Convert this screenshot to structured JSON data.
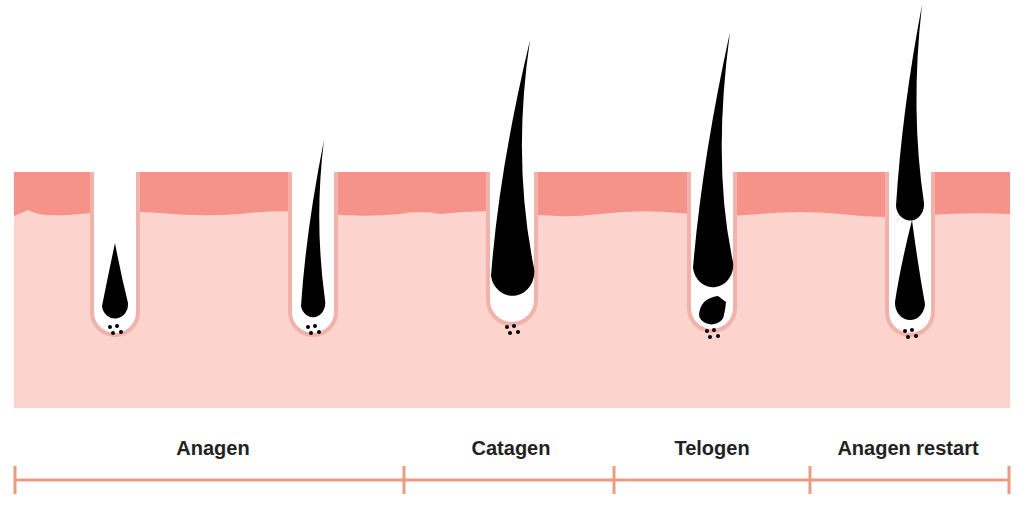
{
  "diagram": {
    "labels": [
      "Anagen",
      "Catagen",
      "Telogen",
      "Anagen restart"
    ]
  }
}
